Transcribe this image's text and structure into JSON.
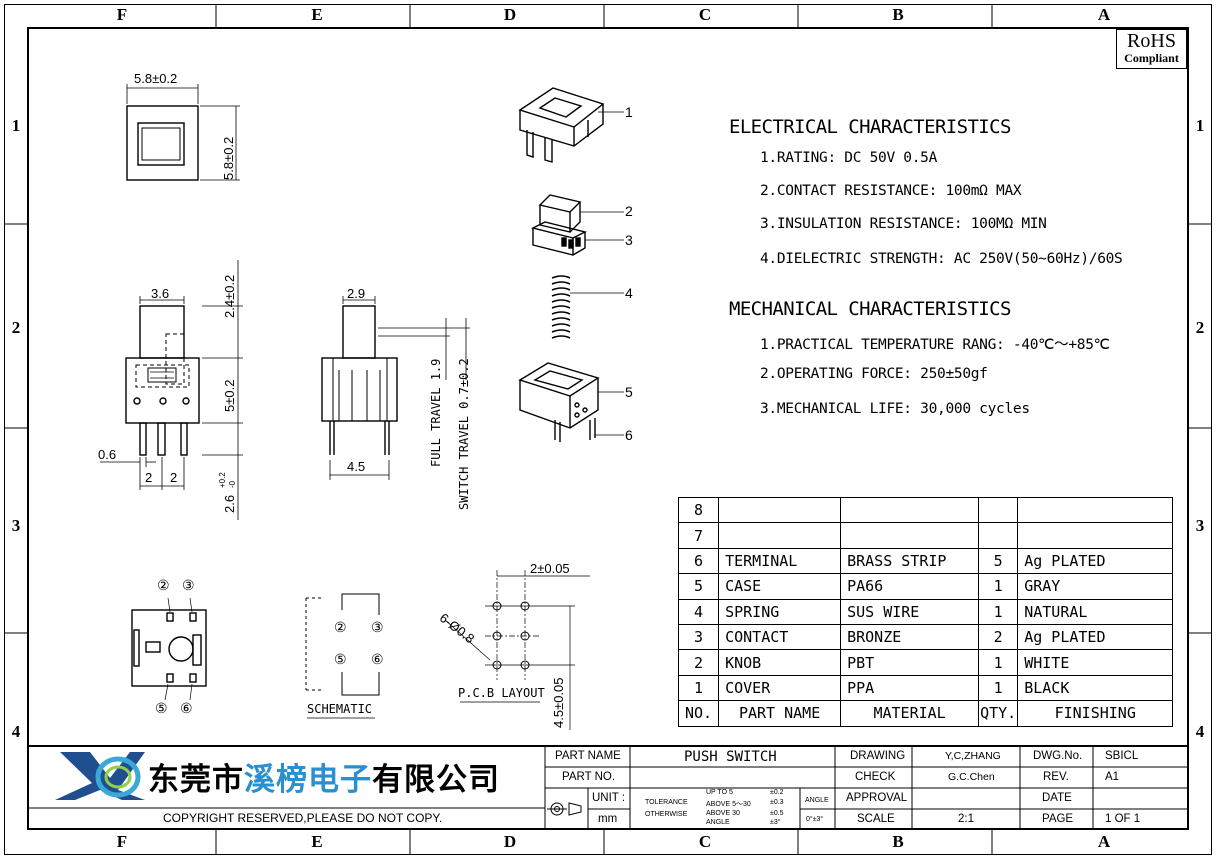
{
  "zones": {
    "top": [
      "F",
      "E",
      "D",
      "C",
      "B",
      "A"
    ],
    "rows": [
      "1",
      "2",
      "3",
      "4"
    ]
  },
  "rohs": {
    "line1": "RoHS",
    "line2": "Compliant"
  },
  "electrical": {
    "title": "ELECTRICAL CHARACTERISTICS",
    "items": [
      "1.RATING: DC 50V 0.5A",
      "2.CONTACT RESISTANCE: 100mΩ MAX",
      "3.INSULATION RESISTANCE: 100MΩ MIN",
      "4.DIELECTRIC STRENGTH: AC 250V(50~60Hz)/60S"
    ]
  },
  "mechanical": {
    "title": "MECHANICAL CHARACTERISTICS",
    "items": [
      "1.PRACTICAL TEMPERATURE RANG: -40℃～+85℃",
      "2.OPERATING FORCE: 250±50gf",
      "3.MECHANICAL LIFE: 30,000 cycles"
    ]
  },
  "bom": {
    "rows": [
      {
        "no": "8",
        "part": "",
        "material": "",
        "qty": "",
        "finish": ""
      },
      {
        "no": "7",
        "part": "",
        "material": "",
        "qty": "",
        "finish": ""
      },
      {
        "no": "6",
        "part": "TERMINAL",
        "material": "BRASS STRIP",
        "qty": "5",
        "finish": "Ag PLATED"
      },
      {
        "no": "5",
        "part": "CASE",
        "material": "PA66",
        "qty": "1",
        "finish": "GRAY"
      },
      {
        "no": "4",
        "part": "SPRING",
        "material": "SUS WIRE",
        "qty": "1",
        "finish": "NATURAL"
      },
      {
        "no": "3",
        "part": "CONTACT",
        "material": "BRONZE",
        "qty": "2",
        "finish": "Ag PLATED"
      },
      {
        "no": "2",
        "part": "KNOB",
        "material": "PBT",
        "qty": "1",
        "finish": "WHITE"
      },
      {
        "no": "1",
        "part": "COVER",
        "material": "PPA",
        "qty": "1",
        "finish": "BLACK"
      }
    ],
    "header": {
      "no": "NO.",
      "part": "PART NAME",
      "material": "MATERIAL",
      "qty": "QTY.",
      "finish": "FINISHING"
    }
  },
  "dims": {
    "top_w": "5.8±0.2",
    "top_h": "5.8±0.2",
    "front_w": "3.6",
    "front_top": "2.4±0.2",
    "front_body": "5±0.2",
    "pin_w": "0.6",
    "pin_p1": "2",
    "pin_p2": "2",
    "pin_len": "2.6",
    "pin_tol_up": "+0.2",
    "pin_tol_dn": "-0",
    "side_w": "2.9",
    "side_base": "4.5",
    "full_travel": "FULL TRAVEL 1.9",
    "switch_travel": "SWITCH TRAVEL 0.7±0.2",
    "pcb_pitch": "2±0.05",
    "pcb_holes": "6-Ø0.8",
    "pcb_h": "4.5±0.05",
    "pcb_label": "P.C.B LAYOUT",
    "sch_label": "SCHEMATIC",
    "bottom_pins": [
      "②",
      "③",
      "⑤",
      "⑥"
    ]
  },
  "exploded_labels": [
    "1",
    "2",
    "3",
    "4",
    "5",
    "6"
  ],
  "title_block": {
    "company": "东莞市溪榜电子有限公司",
    "company_highlight": "溪榜电子",
    "copyright": "COPYRIGHT RESERVED,PLEASE DO NOT COPY.",
    "part_name_label": "PART NAME",
    "part_name": "PUSH SWITCH",
    "part_no_label": "PART NO.",
    "part_no": "",
    "unit_label": "UNIT :",
    "unit": "mm",
    "tol_label1": "TOLERANCE",
    "tol_label2": "OTHERWISE",
    "tol": [
      {
        "range": "UP TO 5",
        "val": "±0.2"
      },
      {
        "range": "ABOVE 5～30",
        "val": "±0.3"
      },
      {
        "range": "ABOVE 30",
        "val": "±0.5"
      },
      {
        "range": "ANGLE",
        "val": "±3°"
      }
    ],
    "angle_label": "ANGLE",
    "angle_val": "0°±3°",
    "drawing_label": "DRAWING",
    "drawing": "Y,C,ZHANG",
    "check_label": "CHECK",
    "check": "G.C.Chen",
    "approval_label": "APPROVAL",
    "approval": "",
    "scale_label": "SCALE",
    "scale": "2:1",
    "dwg_label": "DWG.No.",
    "dwg": "SBICL",
    "rev_label": "REV.",
    "rev": "A1",
    "date_label": "DATE",
    "date": "",
    "page_label": "PAGE",
    "page": "1 OF 1"
  }
}
